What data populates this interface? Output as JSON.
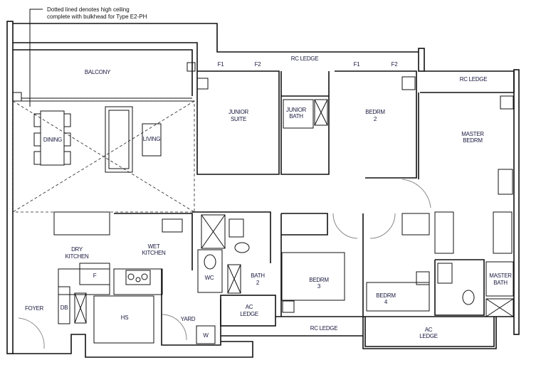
{
  "note": {
    "line1": "Dotted lined denotes high ceiling",
    "line2": "complete with bulkhead for Type E2-PH"
  },
  "rooms": {
    "balcony": "BALCONY",
    "dining": "DINING",
    "living": "LIVING",
    "junior_suite": [
      "JUNIOR",
      "SUITE"
    ],
    "junior_bath": [
      "JUNIOR",
      "BATH"
    ],
    "bedrm2": [
      "BEDRM",
      "2"
    ],
    "master_bedrm": [
      "MASTER",
      "BEDRM"
    ],
    "rc_ledge_top": "RC LEDGE",
    "rc_ledge_right": "RC LEDGE",
    "rc_ledge_bottom": "RC LEDGE",
    "dry_kitchen": [
      "DRY",
      "KITCHEN"
    ],
    "wet_kitchen": [
      "WET",
      "KITCHEN"
    ],
    "fridge": "F",
    "foyer": "FOYER",
    "db": "DB",
    "hs": "HS",
    "yard": "YARD",
    "washer": "W",
    "wc": "WC",
    "bath2": [
      "BATH",
      "2"
    ],
    "ac_ledge_left": [
      "AC",
      "LEDGE"
    ],
    "bedrm3": [
      "BEDRM",
      "3"
    ],
    "bedrm4": [
      "BEDRM",
      "4"
    ],
    "ac_ledge_right": [
      "AC",
      "LEDGE"
    ],
    "master_bath": [
      "MASTER",
      "BATH"
    ]
  },
  "windows": {
    "f1a": "F1",
    "f2a": "F2",
    "f1b": "F1",
    "f2b": "F2"
  }
}
